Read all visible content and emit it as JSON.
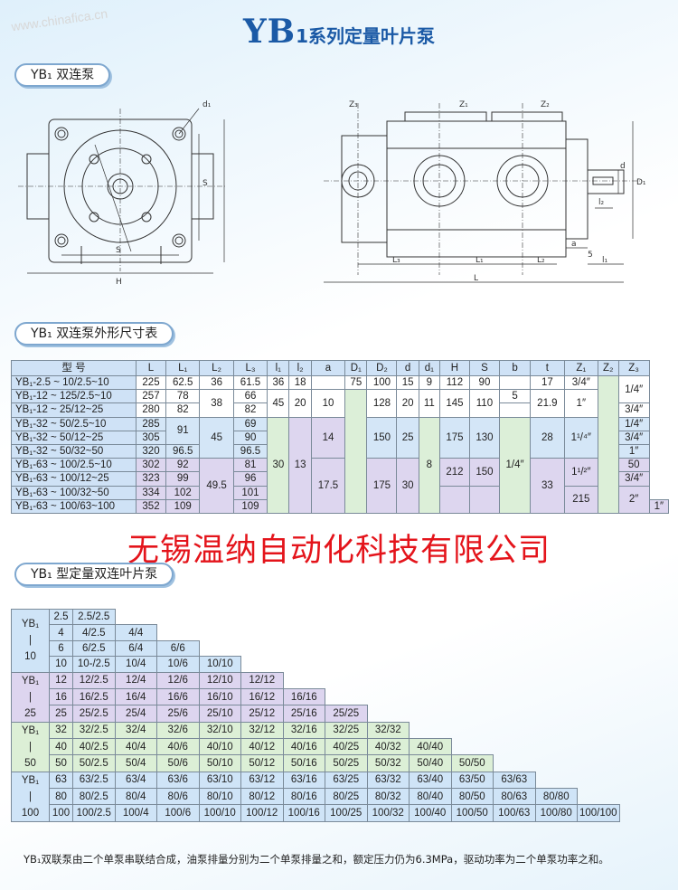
{
  "watermark": "www.chinafica.cn",
  "page_title": {
    "big": "YB",
    "sub": "1",
    "rest": "系列定量叶片泵"
  },
  "sections": {
    "double_pump": "YB₁ 双连泵",
    "dimension_table": "YB₁ 双连泵外形尺寸表",
    "combination_table": "YB₁ 型定量双连叶片泵"
  },
  "drawing_labels": {
    "front": {
      "d1": "d₁",
      "s_v": "S",
      "s_h": "S",
      "h": "H"
    },
    "side": {
      "z3": "Z₃",
      "z1": "Z₁",
      "z2": "Z₂",
      "d": "d",
      "D1": "D₁",
      "l2": "l₂",
      "a": "a",
      "five": "5",
      "l1": "l₁",
      "L3": "L₃",
      "L1": "L₁",
      "L2": "L₂",
      "L": "L"
    }
  },
  "spec_table": {
    "headers": [
      "型 号",
      "L",
      "L₁",
      "L₂",
      "L₃",
      "l₁",
      "l₂",
      "a",
      "D₁",
      "D₂",
      "d",
      "d₁",
      "H",
      "S",
      "b",
      "t",
      "Z₁",
      "Z₂",
      "Z₃"
    ],
    "rows": [
      [
        "YB₁-2.5 ~ 10/2.5~10",
        "225",
        "62.5",
        "36",
        "61.5",
        "36",
        "18",
        "75",
        "100",
        "15",
        "9",
        "112",
        "90",
        "17",
        "3/4″"
      ],
      [
        "YB₁-12 ~ 125/2.5~10",
        "257",
        "78",
        "38",
        "66",
        "45",
        "20",
        "10",
        "128",
        "20",
        "11",
        "145",
        "110",
        "5",
        "21.9",
        "1″",
        "1/4″"
      ],
      [
        "YB₁-12 ~ 25/12~25",
        "280",
        "82",
        "82",
        "3/4″"
      ],
      [
        "YB₁-32 ~ 50/2.5~10",
        "285",
        "91",
        "69",
        "1/4″"
      ],
      [
        "YB₁-32 ~ 50/12~25",
        "305",
        "45",
        "90",
        "14",
        "150",
        "25",
        "175",
        "130",
        "28",
        "1¹/⁴″",
        "3/4″"
      ],
      [
        "YB₁-32 ~ 50/32~50",
        "320",
        "96.5",
        "96.5",
        "90",
        "1″"
      ],
      [
        "YB₁-63 ~ 100/2.5~10",
        "302",
        "92",
        "81",
        "50",
        "30",
        "13",
        "8",
        "1/4″"
      ],
      [
        "YB₁-63 ~ 100/12~25",
        "323",
        "99",
        "49.5",
        "96",
        "17.5",
        "175",
        "30",
        "212",
        "150",
        "33",
        "1¹/²″",
        "3/4″"
      ],
      [
        "YB₁-63 ~ 100/32~50",
        "334",
        "102",
        "101"
      ],
      [
        "YB₁-63 ~ 100/63~100",
        "352",
        "109",
        "109",
        "215",
        "2″",
        "1″"
      ]
    ]
  },
  "company_name": "无锡温纳自动化科技有限公司",
  "combination_table": {
    "groups": [
      {
        "label": [
          "YB₁",
          "|",
          "10"
        ],
        "rows": [
          [
            "2.5",
            "2.5/2.5"
          ],
          [
            "4",
            "4/2.5",
            "4/4"
          ],
          [
            "6",
            "6/2.5",
            "6/4",
            "6/6"
          ],
          [
            "10",
            "10-/2.5",
            "10/4",
            "10/6",
            "10/10"
          ]
        ]
      },
      {
        "label": [
          "YB₁",
          "|",
          "25"
        ],
        "rows": [
          [
            "12",
            "12/2.5",
            "12/4",
            "12/6",
            "12/10",
            "12/12"
          ],
          [
            "16",
            "16/2.5",
            "16/4",
            "16/6",
            "16/10",
            "16/12",
            "16/16"
          ],
          [
            "25",
            "25/2.5",
            "25/4",
            "25/6",
            "25/10",
            "25/12",
            "25/16",
            "25/25"
          ]
        ]
      },
      {
        "label": [
          "YB₁",
          "|",
          "50"
        ],
        "rows": [
          [
            "32",
            "32/2.5",
            "32/4",
            "32/6",
            "32/10",
            "32/12",
            "32/16",
            "32/25",
            "32/32"
          ],
          [
            "40",
            "40/2.5",
            "40/4",
            "40/6",
            "40/10",
            "40/12",
            "40/16",
            "40/25",
            "40/32",
            "40/40"
          ],
          [
            "50",
            "50/2.5",
            "50/4",
            "50/6",
            "50/10",
            "50/12",
            "50/16",
            "50/25",
            "50/32",
            "50/40",
            "50/50"
          ]
        ]
      },
      {
        "label": [
          "YB₁",
          "|",
          "100"
        ],
        "rows": [
          [
            "63",
            "63/2.5",
            "63/4",
            "63/6",
            "63/10",
            "63/12",
            "63/16",
            "63/25",
            "63/32",
            "63/40",
            "63/50",
            "63/63"
          ],
          [
            "80",
            "80/2.5",
            "80/4",
            "80/6",
            "80/10",
            "80/12",
            "80/16",
            "80/25",
            "80/32",
            "80/40",
            "80/50",
            "80/63",
            "80/80"
          ],
          [
            "100",
            "100/2.5",
            "100/4",
            "100/6",
            "100/10",
            "100/12",
            "100/16",
            "100/25",
            "100/32",
            "100/40",
            "100/50",
            "100/63",
            "100/80",
            "100/100"
          ]
        ]
      }
    ]
  },
  "footnote": "YB₁双联泵由二个单泵串联结合成，油泵排量分别为二个单泵排量之和，额定压力仍为6.3MPa，驱动功率为二个单泵功率之和。"
}
